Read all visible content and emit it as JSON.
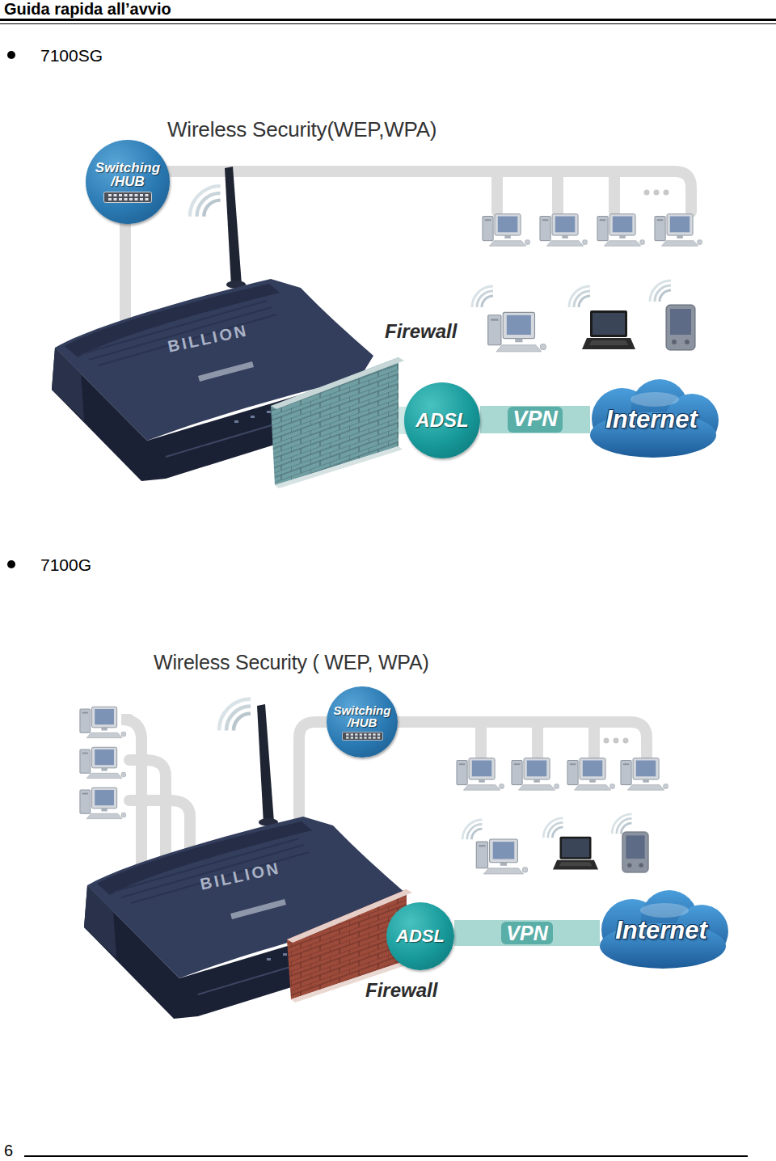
{
  "diagram": {
    "title": "Guida rapida all’avvio",
    "nodes": [
      {
        "text": [
          "Switching /HUB"
        ]
      },
      {
        "text": [
          "ADSL"
        ]
      },
      {
        "text": [
          "Internet"
        ]
      },
      {
        "text": [
          "Switching /HUB"
        ]
      },
      {
        "text": [
          "ADSL"
        ]
      },
      {
        "text": [
          "Internet"
        ]
      }
    ],
    "edges": [
      {
        "from": 1,
        "to": 2,
        "arrow": "none",
        "label": "VPN"
      },
      {
        "from": 4,
        "to": 5,
        "arrow": "none",
        "label": "VPN"
      }
    ],
    "labels": [
      "7100SG",
      "Wireless Security(WEP,WPA)",
      "BILLION",
      "Firewall",
      "7100G",
      "Wireless Security ( WEP, WPA)",
      "BILLION",
      "Firewall",
      "6"
    ]
  }
}
